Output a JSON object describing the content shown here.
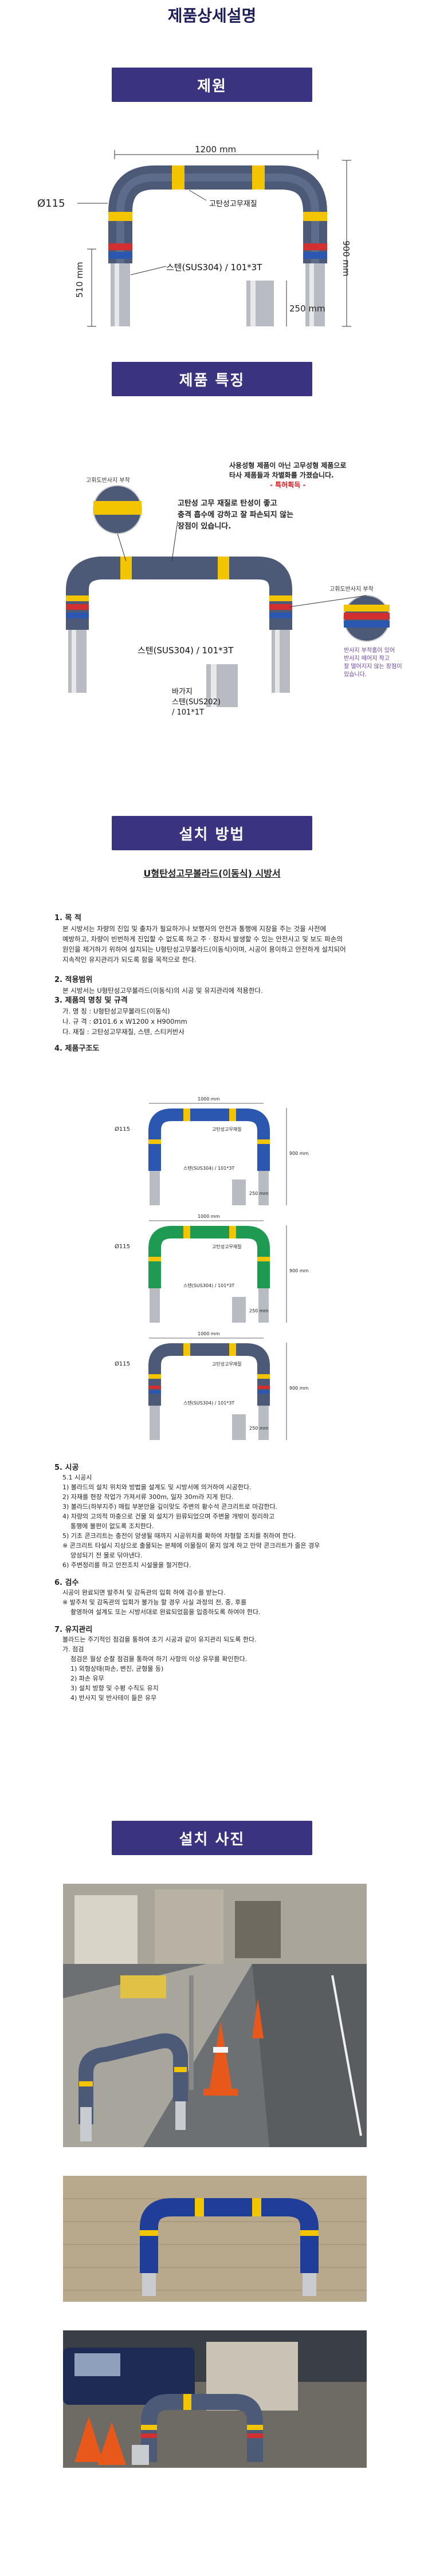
{
  "page": {
    "title": "제품상세설명"
  },
  "sections": {
    "spec": "제원",
    "features": "제품 특징",
    "install_method": "설치 방법",
    "install_photos": "설치 사진"
  },
  "spec_diagram": {
    "width_label": "1200 mm",
    "diameter_label": "Ø115",
    "height_label": "900 mm",
    "bury_label": "510 mm",
    "base_label": "250 mm",
    "rubber_label": "고탄성고무재질",
    "steel_label": "스텐(SUS304) / 101*3T"
  },
  "features_diagram": {
    "reflective_left": "고휘도반사지 부착",
    "reflective_right": "고휘도반사지 부착",
    "note_line1": "사용성형 제품이 아닌 고무성형 제품으로",
    "note_line2": "타사 제품들과 차별화를 가졌습니다.",
    "note_line3": "- 특허획득 -",
    "rubber_note_line1": "고탄성 고무 재질로 탄성이 좋고",
    "rubber_note_line2": "충격 흡수에 강하고 잘 파손되지 않는",
    "rubber_note_line3": "장점이 있습니다.",
    "steel_label": "스텐(SUS304) / 101*3T",
    "cap_label_line1": "바가지",
    "cap_label_line2": "스텐(SUS202)",
    "cap_label_line3": "/ 101*1T",
    "cap_note_line1": "반사지 부착홈이 있어",
    "cap_note_line2": "반사지 떼어지 작고",
    "cap_note_line3": "잘 떨어지지 않는 장점이",
    "cap_note_line4": "있습니다."
  },
  "document": {
    "title": "U형탄성고무볼라드(이동식) 시방서",
    "s1_title": "1. 목 적",
    "s1_body1": "본 시방서는 차량의 진입 및 출차가 필요하거나 보행자의 안전과 통행에 지장을 주는 것을 사전에",
    "s1_body2": "예방하고, 차량이 빈번하게 진입할 수 없도록 하고 주 · 정차시 발생할 수 있는 안전사고 및 보도 파손의",
    "s1_body3": "원인을 제거하기 위하여 설치되는 U형탄성고무볼라드(이동식)이며, 시공이 용이하고 안전하게 설치되어",
    "s1_body4": "지속적인 유지관리가 되도록 함을 목적으로 한다.",
    "s2_title": "2. 적용범위",
    "s2_body": "본 시방서는 U형탄성고무볼라드(이동식)의 시공 및 유지관리에 적용한다.",
    "s3_title": "3. 제품의 명칭 및 규격",
    "s3_a": "가. 명 칭 : U형탄성고무볼라드(이동식)",
    "s3_b": "나. 규 격 : Ø101.6 x W1200 x H900mm",
    "s3_c": "다. 재질 : 고탄성고무재질, 스텐, 스티커반사",
    "s4_title": "4. 제품구조도",
    "s5_title": "5. 시공",
    "s5_sub": "5.1 시공시",
    "s5_1": "1) 볼라드의 설치 위치와 방법을 설계도 및 시방서에 의거하여 시공한다.",
    "s5_2": "2) 자재를 현장 작업가 가져서류 300m, 일자 30m라 지게 된다.",
    "s5_3": "3) 볼라드(하부지주) 매립 부분안을 깊이맞도 주변의 황수석 콘크리트로 마감한다.",
    "s5_4": "4) 차량의 고의적 마충으로 건물 외 설치가 원류되었으며 주변을 개밖이 정리하고",
    "s5_4b": "통행에 불편이 없도록 조치한다.",
    "s5_5": "5) 기초 콘크리트는 충전이 양생될 때까지 시공위치를 확하여 차형할 조치를 취하여 한다.",
    "s5_6": "※ 콘크리트 타설시 지상으로 출물되는 본체에 이물질이 묻지 않게 하고 만약 콘크리트가 줄은 경우",
    "s5_6b": "양성되기 전 물로 닦아낸다.",
    "s5_7": "6) 주변정리를 하고 안전조치 시설물을 철거한다.",
    "s6_title": "6. 검수",
    "s6_body1": "시공이 완료되면 발주처 및 감독관의 입회 하에 검수를 받는다.",
    "s6_body2": "※ 발주처 및 감독관의 입회가 불가능 할 경우 사실 과정의 전, 중, 후를",
    "s6_body3": "촬영하여 설계도 또는 시방서대로 완료되었음을 입증하도록 하여야 한다.",
    "s7_title": "7. 유지관리",
    "s7_body1": "볼라드는 주기적인 점검을 통하여 초기 시공과 같이 유지관리 되도록 한다.",
    "s7_a": "가. 점검",
    "s7_a_body": "점검은 월상 순찰 점검을 통하여 하기 사항의 이상 유무를 확인한다.",
    "s7_1": "1) 외형상태(파손, 변진, 균형물 등)",
    "s7_2": "2) 파손 유무",
    "s7_3": "3) 설치 방향 및 수평 수직도 유지",
    "s7_4": "4) 반사지 및 반사테이 들은 유무",
    "mini_width": "1000 mm",
    "mini_diameter": "Ø115",
    "mini_steel": "스텐(SUS304) / 101*3T",
    "mini_rubber": "고탄성고무재질",
    "mini_height": "900 mm",
    "mini_base": "250 mm"
  }
}
